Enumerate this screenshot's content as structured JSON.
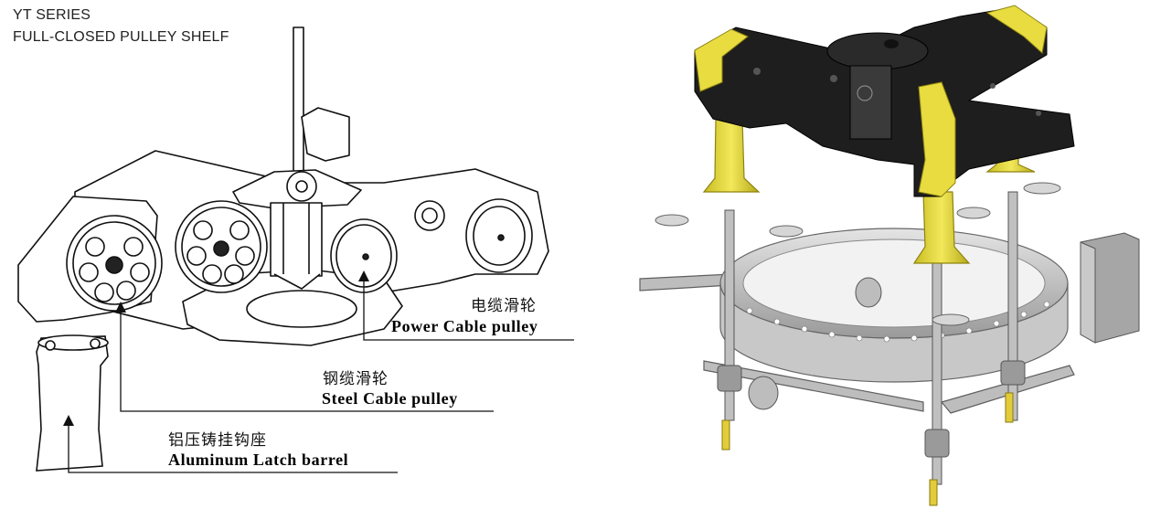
{
  "figure": {
    "title_line_1": "YT SERIES",
    "title_line_2": "FULL-CLOSED PULLEY SHELF"
  },
  "callouts": [
    {
      "id": "power",
      "label_cn": "电缆滑轮",
      "label_en": "Power Cable pulley"
    },
    {
      "id": "steel",
      "label_cn": "钢缆滑轮",
      "label_en": "Steel Cable pulley"
    },
    {
      "id": "aluminum",
      "label_cn": "铝压铸挂钩座",
      "label_en": "Aluminum Latch barrel"
    }
  ],
  "render": {
    "colors": {
      "line_art": "#111111",
      "black_body": "#1e1e1e",
      "yellow": "#e8dc40",
      "yellow_dark": "#b9ad1c",
      "steel_light": "#d8d8d8",
      "steel_mid": "#b0b0b0",
      "steel_dark": "#7d7d7d"
    }
  }
}
